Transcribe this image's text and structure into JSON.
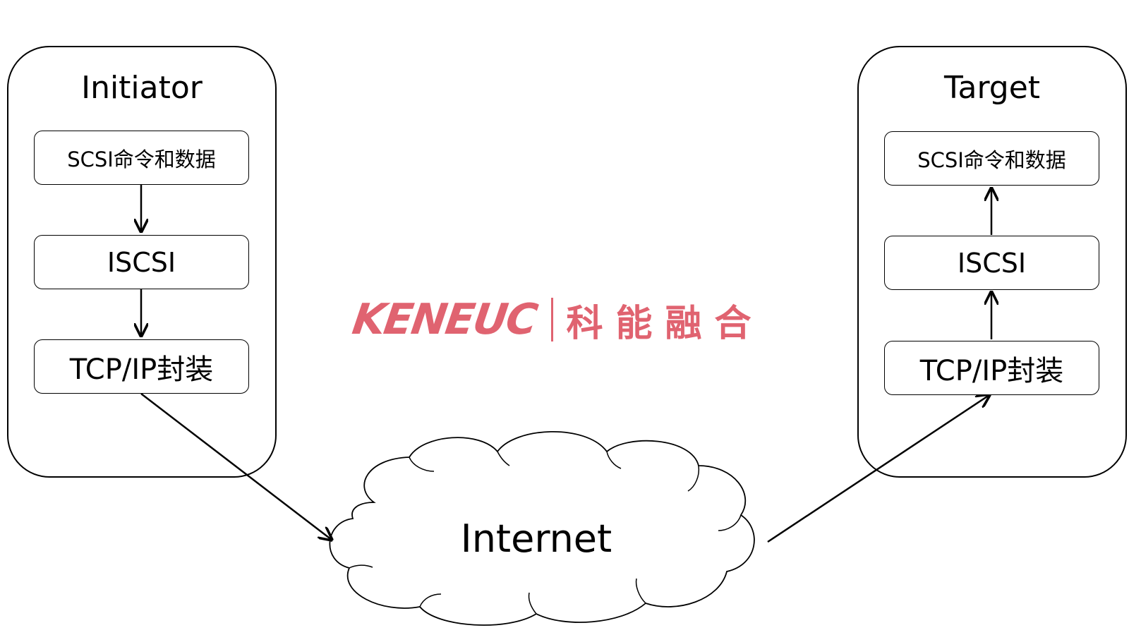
{
  "initiator": {
    "title": "Initiator",
    "layers": [
      "SCSI命令和数据",
      "ISCSI",
      "TCP/IP封装"
    ]
  },
  "target": {
    "title": "Target",
    "layers": [
      "SCSI命令和数据",
      "ISCSI",
      "TCP/IP封装"
    ]
  },
  "network": {
    "label": "Internet"
  },
  "logo": {
    "latin": "KENEUC",
    "chinese": "科能融合",
    "color": "#e06370"
  }
}
